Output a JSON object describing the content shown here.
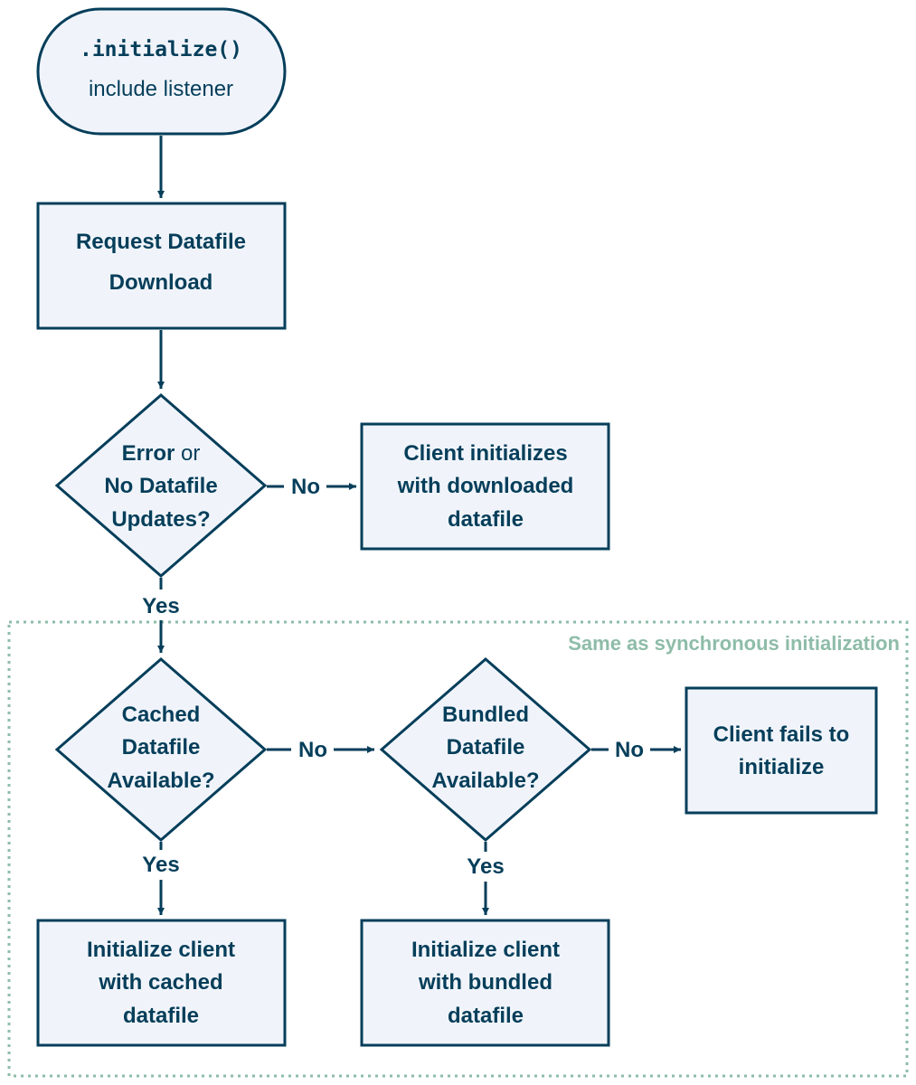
{
  "colors": {
    "stroke": "#053e5a",
    "fill": "#f0f4fa",
    "group_border": "#8ebca8",
    "text": "#053e5a"
  },
  "start": {
    "method": ".initialize()",
    "sub": "include listener"
  },
  "request": {
    "line1": "Request Datafile",
    "line2": "Download"
  },
  "decision_error": {
    "bold1": "Error",
    "normal1": "or",
    "line2": "No Datafile",
    "line3": "Updates?"
  },
  "downloaded": {
    "line1": "Client initializes",
    "line2": "with downloaded",
    "line3": "datafile"
  },
  "group": {
    "label": "Same as synchronous initialization"
  },
  "decision_cached": {
    "line1": "Cached",
    "line2": "Datafile",
    "line3": "Available?"
  },
  "decision_bundled": {
    "line1": "Bundled",
    "line2": "Datafile",
    "line3": "Available?"
  },
  "fails": {
    "line1": "Client fails to",
    "line2": "initialize"
  },
  "init_cached": {
    "line1": "Initialize client",
    "line2": "with cached",
    "line3": "datafile"
  },
  "init_bundled": {
    "line1": "Initialize client",
    "line2": "with bundled",
    "line3": "datafile"
  },
  "edges": {
    "yes": "Yes",
    "no": "No"
  }
}
